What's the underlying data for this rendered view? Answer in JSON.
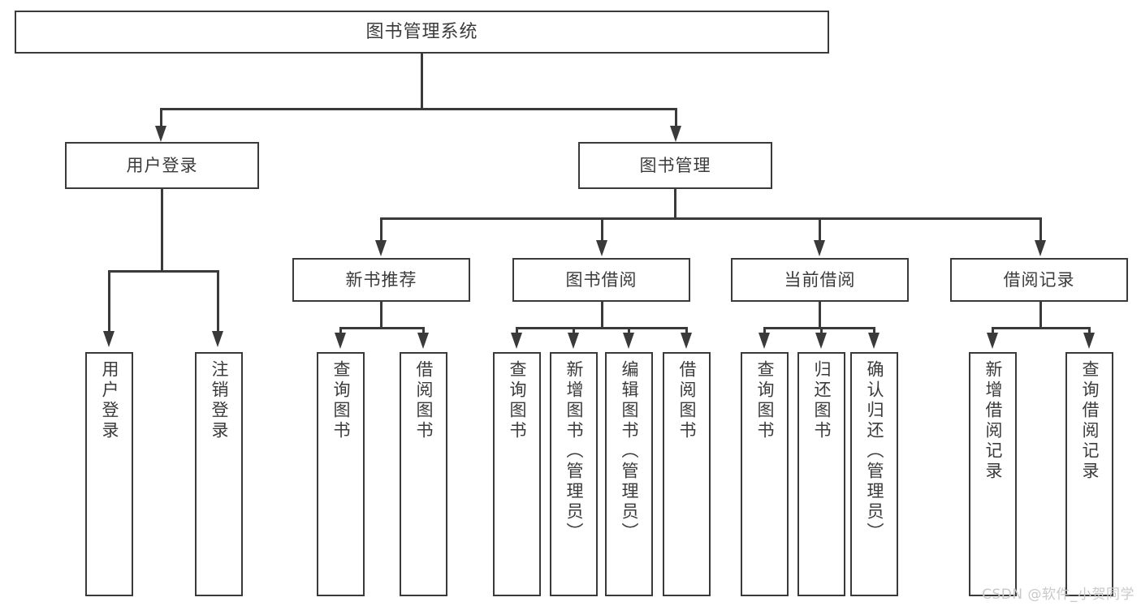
{
  "diagram": {
    "type": "tree-hierarchy",
    "title": "图书管理系统",
    "root": {
      "label": "图书管理系统"
    },
    "level2": [
      {
        "label": "用户登录"
      },
      {
        "label": "图书管理"
      }
    ],
    "level3": [
      {
        "label": "新书推荐"
      },
      {
        "label": "图书借阅"
      },
      {
        "label": "当前借阅"
      },
      {
        "label": "借阅记录"
      }
    ],
    "leaves": {
      "user_login": [
        {
          "label": "用户登录"
        },
        {
          "label": "注销登录"
        }
      ],
      "new_book_recommend": [
        {
          "label": "查询图书"
        },
        {
          "label": "借阅图书"
        }
      ],
      "book_borrow": [
        {
          "label": "查询图书"
        },
        {
          "label": "新增图书（管理员）"
        },
        {
          "label": "编辑图书（管理员）"
        },
        {
          "label": "借阅图书"
        }
      ],
      "current_borrow": [
        {
          "label": "查询图书"
        },
        {
          "label": "归还图书"
        },
        {
          "label": "确认归还（管理员）"
        }
      ],
      "borrow_record": [
        {
          "label": "新增借阅记录"
        },
        {
          "label": "查询借阅记录"
        }
      ]
    },
    "watermark": "CSDN @软件_小贺同学",
    "colors": {
      "stroke": "#3a3a3a",
      "text": "#3b3b3b",
      "background": "#ffffff",
      "watermark": "#c9c9c9"
    }
  }
}
